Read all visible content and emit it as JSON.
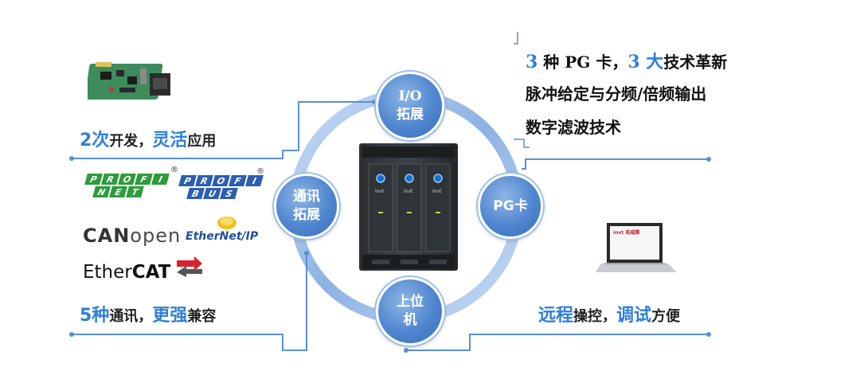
{
  "left": {
    "headline1": {
      "num": "2次",
      "t1": "开发，",
      "em": "灵活",
      "t2": "应用"
    },
    "logos": {
      "profinet_top": [
        "P",
        "R",
        "O",
        "F",
        "I"
      ],
      "profinet_bottom": [
        "N",
        "E",
        "T"
      ],
      "profibus_top": [
        "P",
        "R",
        "O",
        "F",
        "I"
      ],
      "profibus_bottom": [
        "B",
        "U",
        "S"
      ],
      "registered": "®",
      "canopen_can": "CAN",
      "canopen_open": "open",
      "ethernetip": "EtherNet/IP",
      "ethercat_ether": "Ether",
      "ethercat_cat": "CAT"
    },
    "headline2": {
      "num": "5种",
      "t1": "通讯，",
      "em": "更强",
      "t2": "兼容"
    }
  },
  "center": {
    "nodes": {
      "io": [
        "I/O",
        "拓展"
      ],
      "comm": [
        "通讯",
        "拓展"
      ],
      "pg": [
        "PG卡"
      ],
      "pc": [
        "上位",
        "机"
      ]
    },
    "device_brand": "invt"
  },
  "right": {
    "line1": {
      "n1": "3",
      "t1": " 种 PG 卡，",
      "n2": "3",
      "t2": " 大",
      "t3": "技术革新"
    },
    "line2": "脉冲给定与分频/倍频输出",
    "line3": "数字滤波技术",
    "laptop_brand": "invt 英威腾",
    "headline": {
      "em1": "远程",
      "t1": "操控，",
      "em2": "调试",
      "t2": "方便"
    }
  },
  "colors": {
    "accent": "#2f7fd6",
    "line": "#5b8fd3",
    "node": "#4f86cf"
  }
}
